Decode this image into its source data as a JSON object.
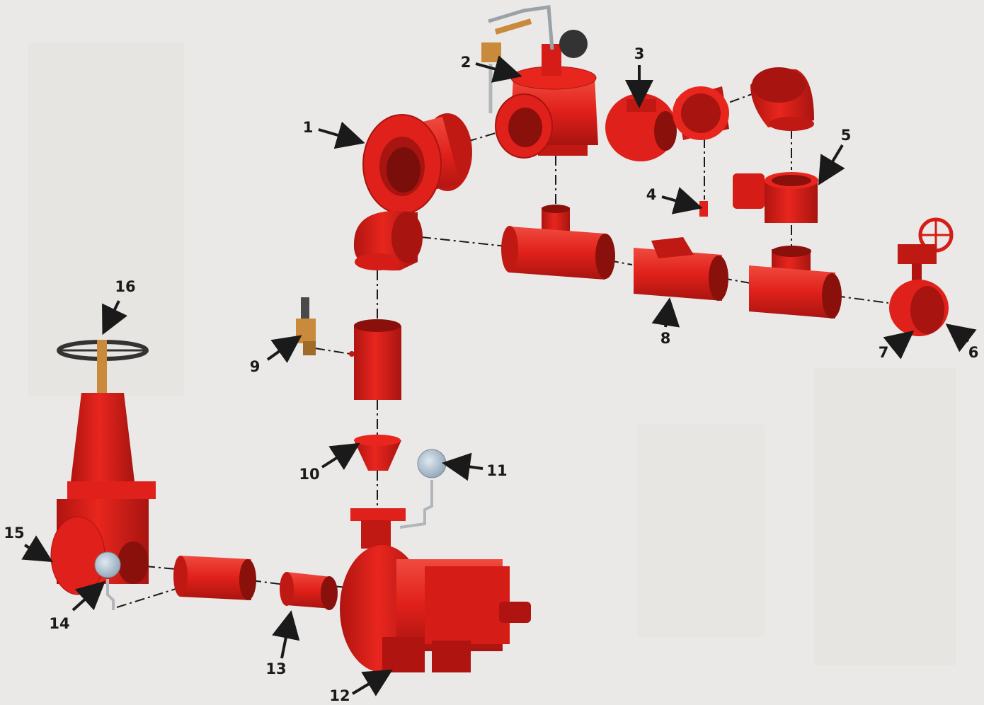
{
  "colors": {
    "background": "#ebe9e7",
    "part_red": "#e0201a",
    "part_red_dark": "#b01410",
    "part_red_light": "#f04a3e",
    "brass": "#c98a3c",
    "gauge": "#9fb4c6",
    "label": "#1a1a1a"
  },
  "callouts": [
    {
      "number": "1"
    },
    {
      "number": "2"
    },
    {
      "number": "3"
    },
    {
      "number": "4"
    },
    {
      "number": "5"
    },
    {
      "number": "6"
    },
    {
      "number": "7"
    },
    {
      "number": "8"
    },
    {
      "number": "9"
    },
    {
      "number": "10"
    },
    {
      "number": "11"
    },
    {
      "number": "12"
    },
    {
      "number": "13"
    },
    {
      "number": "14"
    },
    {
      "number": "15"
    },
    {
      "number": "16"
    }
  ]
}
